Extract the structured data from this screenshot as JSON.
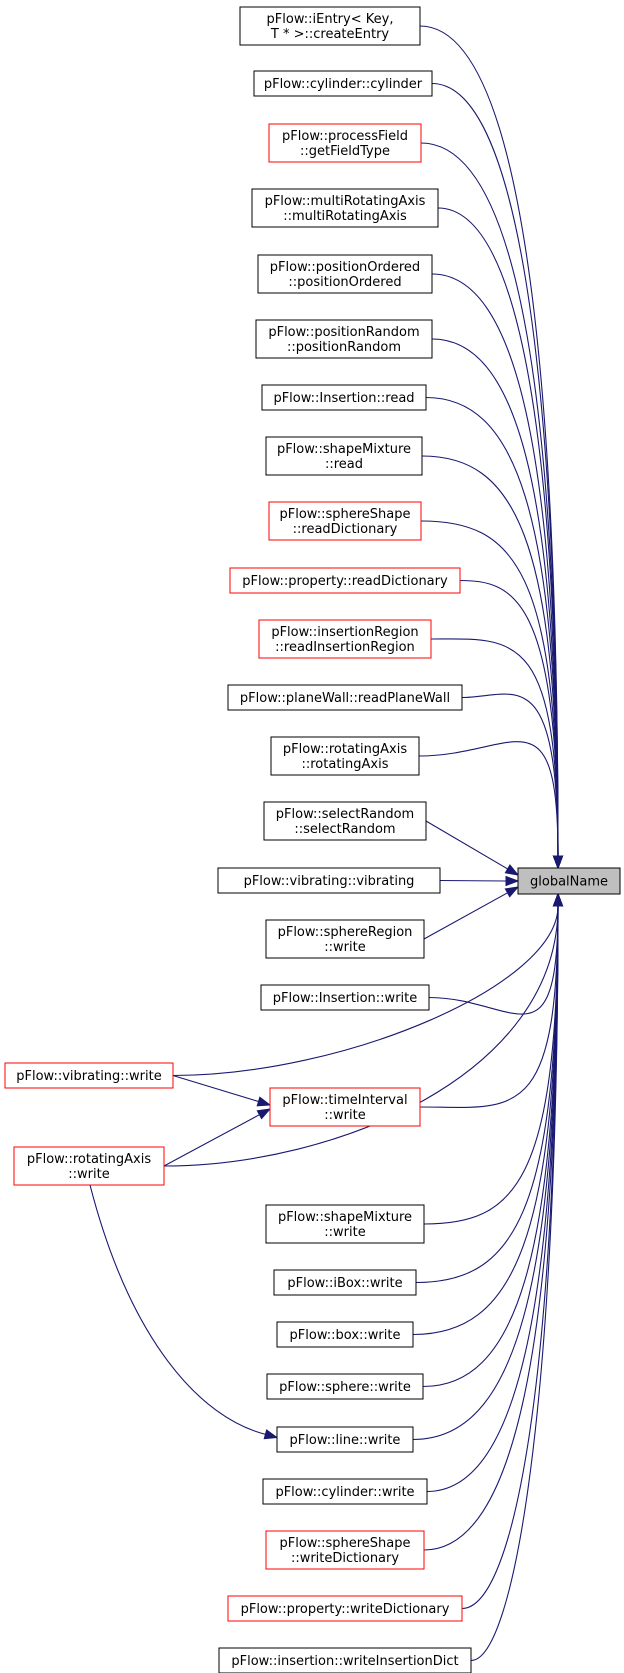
{
  "graph": {
    "target": "globalName",
    "callers": [
      {
        "id": "n1",
        "lines": [
          "pFlow::iEntry< Key,",
          "T * >::createEntry"
        ],
        "style": "black"
      },
      {
        "id": "n2",
        "lines": [
          "pFlow::cylinder::cylinder"
        ],
        "style": "black"
      },
      {
        "id": "n3",
        "lines": [
          "pFlow::processField",
          "::getFieldType"
        ],
        "style": "red"
      },
      {
        "id": "n4",
        "lines": [
          "pFlow::multiRotatingAxis",
          "::multiRotatingAxis"
        ],
        "style": "black"
      },
      {
        "id": "n5",
        "lines": [
          "pFlow::positionOrdered",
          "::positionOrdered"
        ],
        "style": "black"
      },
      {
        "id": "n6",
        "lines": [
          "pFlow::positionRandom",
          "::positionRandom"
        ],
        "style": "black"
      },
      {
        "id": "n7",
        "lines": [
          "pFlow::Insertion::read"
        ],
        "style": "black"
      },
      {
        "id": "n8",
        "lines": [
          "pFlow::shapeMixture",
          "::read"
        ],
        "style": "black"
      },
      {
        "id": "n9",
        "lines": [
          "pFlow::sphereShape",
          "::readDictionary"
        ],
        "style": "red"
      },
      {
        "id": "n10",
        "lines": [
          "pFlow::property::readDictionary"
        ],
        "style": "red"
      },
      {
        "id": "n11",
        "lines": [
          "pFlow::insertionRegion",
          "::readInsertionRegion"
        ],
        "style": "red"
      },
      {
        "id": "n12",
        "lines": [
          "pFlow::planeWall::readPlaneWall"
        ],
        "style": "black"
      },
      {
        "id": "n13",
        "lines": [
          "pFlow::rotatingAxis",
          "::rotatingAxis"
        ],
        "style": "black"
      },
      {
        "id": "n14",
        "lines": [
          "pFlow::selectRandom",
          "::selectRandom"
        ],
        "style": "black"
      },
      {
        "id": "n15",
        "lines": [
          "pFlow::vibrating::vibrating"
        ],
        "style": "black"
      },
      {
        "id": "n16",
        "lines": [
          "pFlow::sphereRegion",
          "::write"
        ],
        "style": "black"
      },
      {
        "id": "n17",
        "lines": [
          "pFlow::Insertion::write"
        ],
        "style": "black"
      },
      {
        "id": "n18",
        "lines": [
          "pFlow::vibrating::write"
        ],
        "style": "red"
      },
      {
        "id": "n19",
        "lines": [
          "pFlow::timeInterval",
          "::write"
        ],
        "style": "red"
      },
      {
        "id": "n20",
        "lines": [
          "pFlow::rotatingAxis",
          "::write"
        ],
        "style": "red"
      },
      {
        "id": "n21",
        "lines": [
          "pFlow::shapeMixture",
          "::write"
        ],
        "style": "black"
      },
      {
        "id": "n22",
        "lines": [
          "pFlow::iBox::write"
        ],
        "style": "black"
      },
      {
        "id": "n23",
        "lines": [
          "pFlow::box::write"
        ],
        "style": "black"
      },
      {
        "id": "n24",
        "lines": [
          "pFlow::sphere::write"
        ],
        "style": "black"
      },
      {
        "id": "n25",
        "lines": [
          "pFlow::line::write"
        ],
        "style": "black"
      },
      {
        "id": "n26",
        "lines": [
          "pFlow::cylinder::write"
        ],
        "style": "black"
      },
      {
        "id": "n27",
        "lines": [
          "pFlow::sphereShape",
          "::writeDictionary"
        ],
        "style": "red"
      },
      {
        "id": "n28",
        "lines": [
          "pFlow::property::writeDictionary"
        ],
        "style": "red"
      },
      {
        "id": "n29",
        "lines": [
          "pFlow::insertion::writeInsertionDict"
        ],
        "style": "black"
      }
    ],
    "extra_edges": [
      {
        "from": "n18",
        "to": "n19"
      },
      {
        "from": "n20",
        "to": "n19"
      },
      {
        "from": "n20",
        "to": "n25"
      }
    ],
    "colors": {
      "edge": "#191970",
      "node_border": "#000000",
      "highlight_border": "#ff0000",
      "target_fill": "#bfbfbf"
    }
  }
}
